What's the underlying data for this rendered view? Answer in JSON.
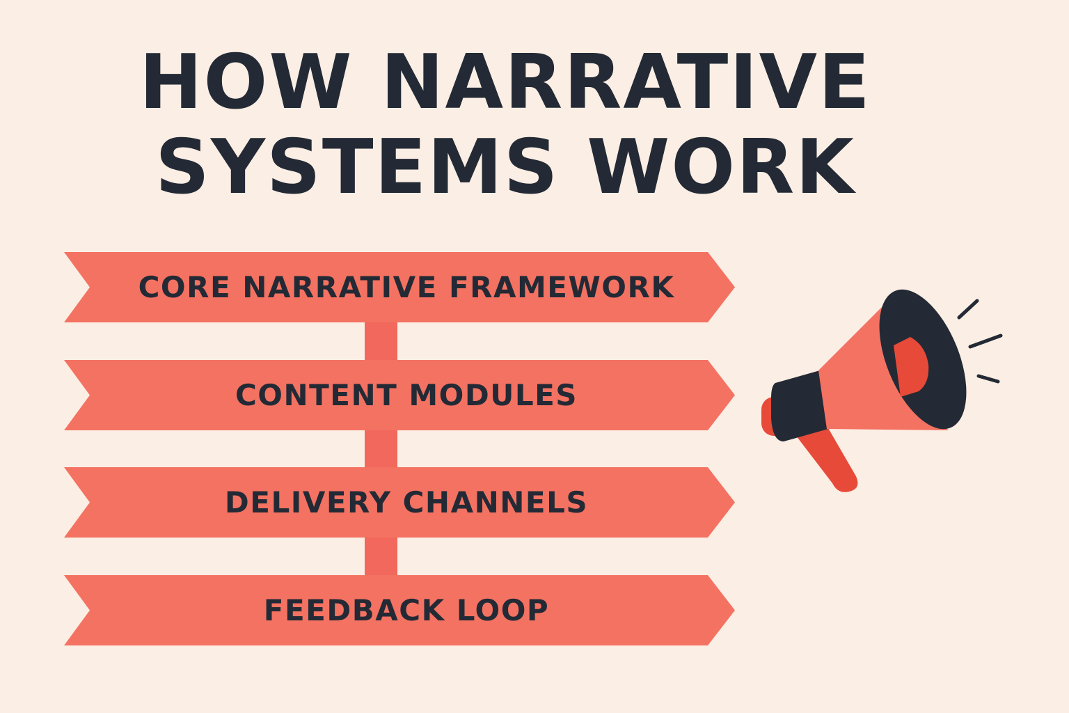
{
  "title": {
    "line1": "HOW NARRATIVE",
    "line2": "SYSTEMS WORK"
  },
  "steps": [
    {
      "label": "CORE NARRATIVE FRAMEWORK"
    },
    {
      "label": "CONTENT MODULES"
    },
    {
      "label": "DELIVERY CHANNELS"
    },
    {
      "label": "FEEDBACK LOOP"
    }
  ],
  "colors": {
    "background": "#fbeee4",
    "banner": "#f47262",
    "accent": "#e84a3a",
    "dark": "#232a35"
  },
  "icons": {
    "megaphone": "megaphone-icon"
  }
}
